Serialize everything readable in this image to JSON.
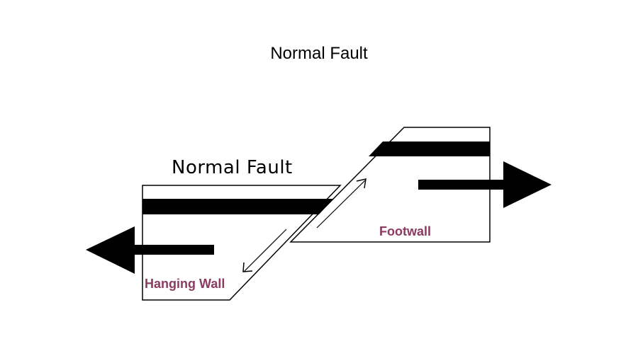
{
  "slide": {
    "title": "Normal Fault"
  },
  "diagram": {
    "heading": "Normal Fault",
    "hanging_wall_label": "Hanging Wall",
    "footwall_label": "Footwall",
    "label_color": "#8b3a62",
    "line_color": "#000000",
    "stratum_color": "#000000"
  }
}
